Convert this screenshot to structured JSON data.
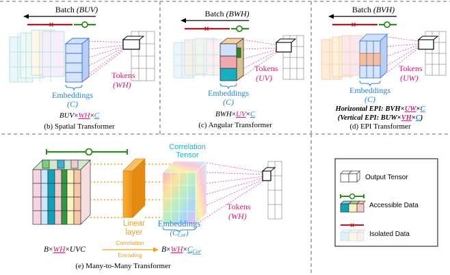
{
  "colors": {
    "accessible": "#2e8b1e",
    "isolated": "#c0101a",
    "token": "#e0197d",
    "embedding": "#2a85d0",
    "linear": "#f0a020",
    "correlation": "#16b8c8",
    "frame": "#999999"
  },
  "panels": {
    "spatial": {
      "batch_prefix": "Batch ",
      "batch_var": "(BUV)",
      "tokens_label": "Tokens",
      "tokens_var": "(WH)",
      "embeddings_label": "Embeddings",
      "embeddings_var": "(C)",
      "formula": {
        "a": "BUV",
        "x1": "×",
        "b": "WH",
        "x2": "×",
        "c": "C"
      },
      "caption": "(b) Spatial Transformer"
    },
    "angular": {
      "batch_prefix": "Batch ",
      "batch_var": "(BWH)",
      "tokens_label": "Tokens",
      "tokens_var": "(UV)",
      "embeddings_label": "Embeddings",
      "embeddings_var": "(C)",
      "formula": {
        "a": "BWH",
        "x1": "×",
        "b": "UV",
        "x2": "×",
        "c": "C"
      },
      "caption": "(c) Angular Transformer"
    },
    "epi": {
      "batch_prefix": "Batch ",
      "batch_var": "(BVH)",
      "tokens_label": "Tokens",
      "tokens_var": "(UW)",
      "embeddings_label": "Embeddings",
      "embeddings_var": "(C)",
      "formula_h": {
        "prefix": "Horizontal EPI: ",
        "a": "BVH",
        "x1": "×",
        "b": "UW",
        "x2": "×",
        "c": "C"
      },
      "formula_v": {
        "prefix": "(Vertical EPI: ",
        "a": "BUW",
        "x1": "×",
        "b": "VH",
        "x2": "×",
        "c": "C",
        "suffix": ")"
      },
      "caption": "(d) EPI Transformer"
    },
    "m2m": {
      "correlation_label_1": "Correlation",
      "correlation_label_2": "Tensor",
      "linear_label_1": "Linear",
      "linear_label_2": "layer",
      "embeddings_label": "Embeddings",
      "embeddings_var": "(C",
      "embeddings_sub": "Cor",
      "embeddings_close": ")",
      "tokens_label": "Tokens",
      "tokens_var": "(WH)",
      "formula_left": {
        "a": "B",
        "x1": "×",
        "b": "WH",
        "x2": "×",
        "c": "UVC"
      },
      "arrow_label_1": "Correlation",
      "arrow_label_2": "Encoding",
      "formula_right": {
        "a": "B",
        "x1": "×",
        "b": "WH",
        "x2": "×",
        "c": "C",
        "c_sub": "Cor"
      },
      "caption": "(e) Many-to-Many Transformer"
    }
  },
  "legend": {
    "items": [
      {
        "label": "Output Tensor"
      },
      {
        "label": "Accessible Data"
      },
      {
        "label": "Isolated Data"
      }
    ]
  }
}
